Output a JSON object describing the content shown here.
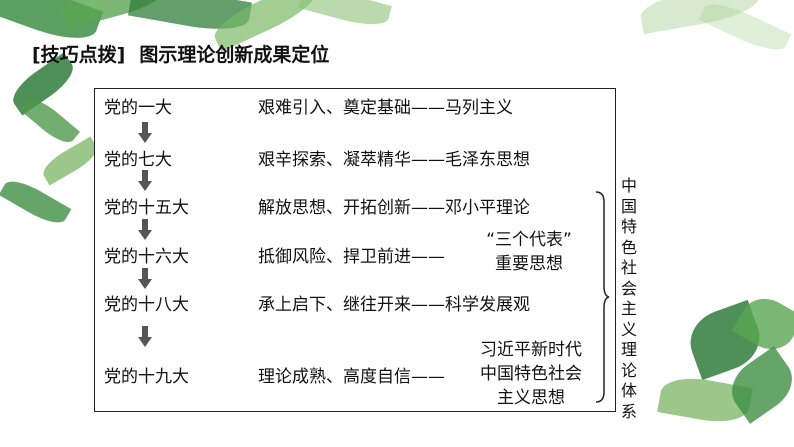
{
  "heading": {
    "tag": "[技巧点拨]",
    "title": "图示理论创新成果定位"
  },
  "rows": [
    {
      "congress": "党的一大",
      "desc": "艰难引入、奠定基础——马列主义"
    },
    {
      "congress": "党的七大",
      "desc": "艰辛探索、凝萃精华——毛泽东思想"
    },
    {
      "congress": "党的十五大",
      "desc": "解放思想、开拓创新——邓小平理论"
    },
    {
      "congress": "党的十六大",
      "desc": "抵御风险、捍卫前进——",
      "theory": [
        "“三个代表”",
        "重要思想"
      ]
    },
    {
      "congress": "党的十八大",
      "desc": "承上启下、继往开来——科学发展观"
    },
    {
      "congress": "党的十九大",
      "desc": "理论成熟、高度自信——",
      "theory": [
        "习近平新时代",
        "中国特色社会",
        "主义思想"
      ]
    }
  ],
  "system_label": "中国特色社会主义理论体系",
  "colors": {
    "leaf_dark": "#2f7d3a",
    "leaf_light": "#79b464",
    "arrow": "#555555",
    "border": "#222222"
  }
}
